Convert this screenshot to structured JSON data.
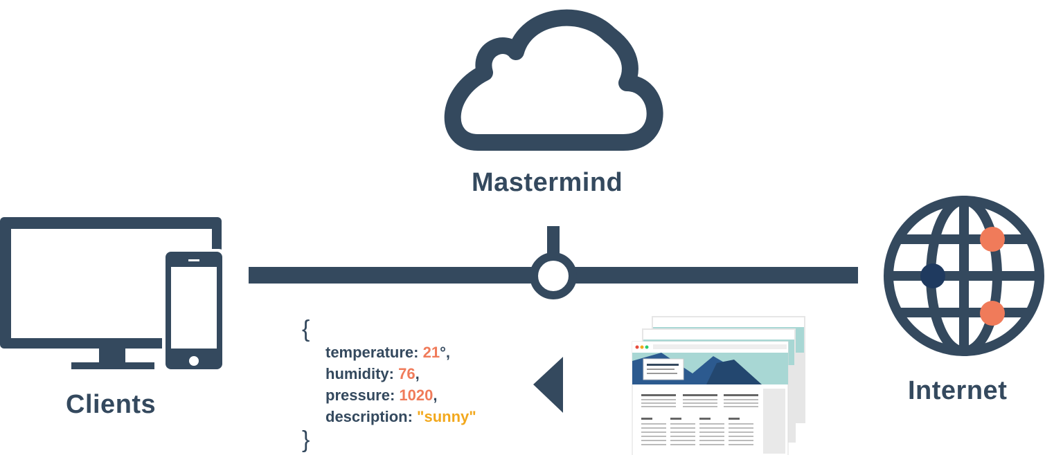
{
  "nodes": {
    "mastermind": "Mastermind",
    "clients": "Clients",
    "internet": "Internet"
  },
  "payload": {
    "open_brace": "{",
    "close_brace": "}",
    "fields": [
      {
        "key": "temperature:",
        "value": "21",
        "suffix": "°,",
        "kind": "num"
      },
      {
        "key": "humidity:",
        "value": "76",
        "suffix": ",",
        "kind": "num"
      },
      {
        "key": "pressure:",
        "value": "1020",
        "suffix": ",",
        "kind": "num"
      },
      {
        "key": "description:",
        "value": "\"sunny\"",
        "suffix": "",
        "kind": "str"
      }
    ]
  },
  "colors": {
    "primary": "#34495e",
    "accent_orange": "#f07b5a",
    "accent_yellow": "#f2a81d",
    "node_dark": "#1f3a5f"
  },
  "icons": [
    "cloud-icon",
    "monitor-icon",
    "phone-icon",
    "globe-icon",
    "webpages-icon",
    "arrow-left-icon"
  ]
}
